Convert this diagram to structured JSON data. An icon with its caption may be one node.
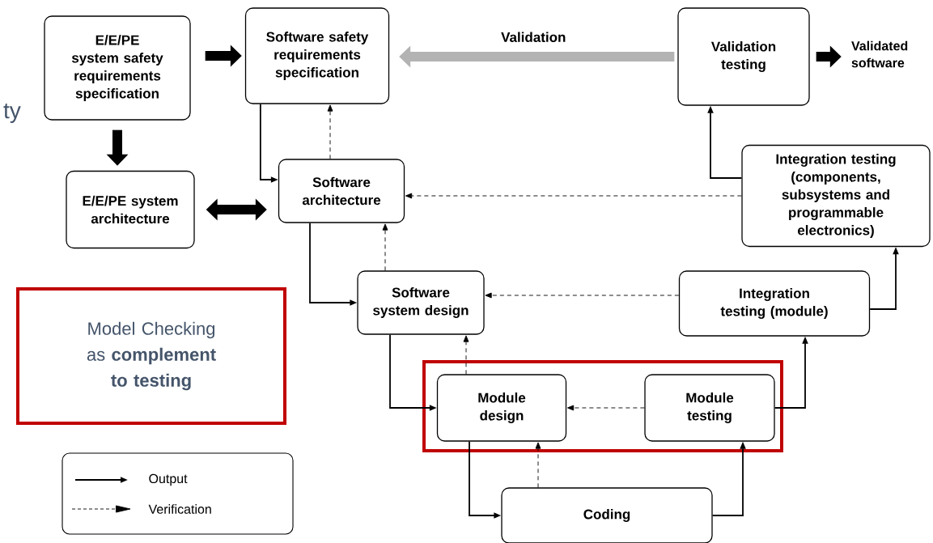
{
  "diagram": {
    "nodes": [
      {
        "text": [
          "E/E/PE system safety requirements specification"
        ]
      },
      {
        "text": [
          "Software safety requirements specification"
        ]
      },
      {
        "text": [
          "Validation testing"
        ]
      },
      {
        "text": [
          "Validated software"
        ]
      },
      {
        "text": [
          "E/E/PE system architecture"
        ]
      },
      {
        "text": [
          "Software architecture"
        ]
      },
      {
        "text": [
          "Integration testing (components, subsystems and programmable electronics)"
        ]
      },
      {
        "text": [
          "Software system design"
        ]
      },
      {
        "text": [
          "Integration testing (module)"
        ]
      },
      {
        "text": [
          "Model Checking as **complement to testing**"
        ]
      },
      {
        "text": [],
        "shape": "box"
      },
      {
        "text": [
          "Module design"
        ],
        "in": 10
      },
      {
        "text": [
          "Module testing"
        ],
        "in": 10
      },
      {
        "text": [
          "Coding"
        ]
      }
    ],
    "edges": [
      {
        "from": 0,
        "to": 1,
        "arrow": "to",
        "style": "thick"
      },
      {
        "from": 0,
        "to": 4,
        "arrow": "to",
        "style": "thick"
      },
      {
        "from": 4,
        "to": 5,
        "arrow": "both",
        "style": "thick"
      },
      {
        "from": 2,
        "to": 1,
        "arrow": "to",
        "style": "thick",
        "color": "#b3b3b3",
        "label": "Validation"
      },
      {
        "from": 2,
        "to": 3,
        "arrow": "to",
        "style": "thick"
      },
      {
        "from": 1,
        "to": 5,
        "arrow": "to"
      },
      {
        "from": 5,
        "to": 1,
        "arrow": "to",
        "style": "dashed"
      },
      {
        "from": 6,
        "to": 5,
        "arrow": "to",
        "style": "dashed"
      },
      {
        "from": 6,
        "to": 2,
        "arrow": "to"
      },
      {
        "from": 5,
        "to": 7,
        "arrow": "to"
      },
      {
        "from": 7,
        "to": 5,
        "arrow": "to",
        "style": "dashed"
      },
      {
        "from": 8,
        "to": 7,
        "arrow": "to",
        "style": "dashed"
      },
      {
        "from": 8,
        "to": 6,
        "arrow": "to"
      },
      {
        "from": 7,
        "to": 11,
        "arrow": "to"
      },
      {
        "from": 11,
        "to": 7,
        "arrow": "to",
        "style": "dashed"
      },
      {
        "from": 12,
        "to": 11,
        "arrow": "to",
        "style": "dashed"
      },
      {
        "from": 12,
        "to": 8,
        "arrow": "to"
      },
      {
        "from": 11,
        "to": 13,
        "arrow": "to"
      },
      {
        "from": 13,
        "to": 11,
        "arrow": "to",
        "style": "dashed"
      },
      {
        "from": 13,
        "to": 12,
        "arrow": "to"
      }
    ],
    "labels": [
      "ty"
    ],
    "legend": [
      {
        "text": "Output"
      },
      {
        "text": "Verification"
      }
    ]
  }
}
